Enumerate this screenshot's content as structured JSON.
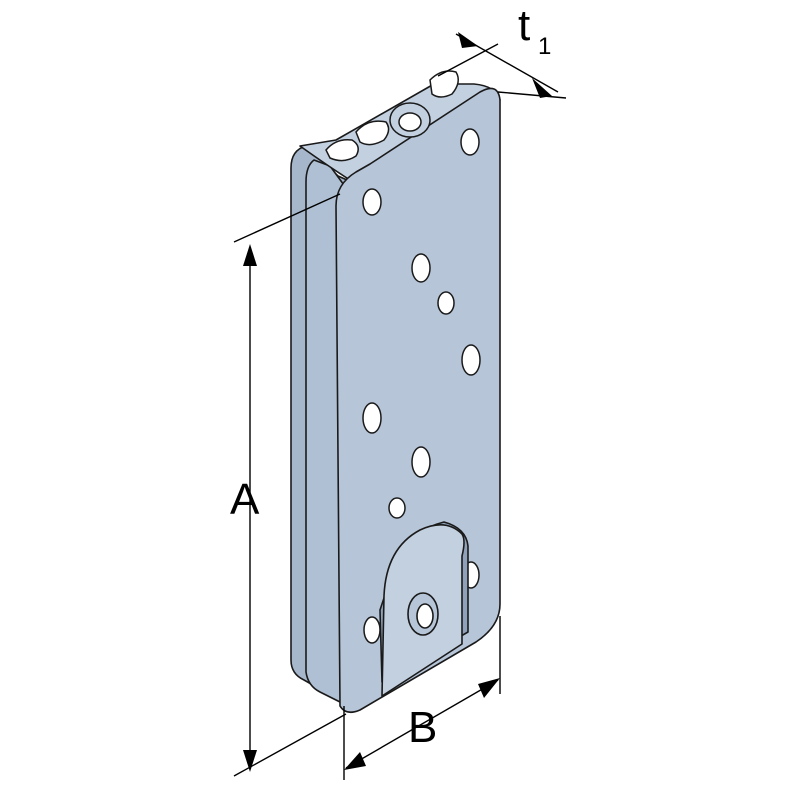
{
  "dimensions": {
    "height_label": "A",
    "width_label": "B",
    "thickness_label": "t",
    "thickness_subscript": "1"
  },
  "colors": {
    "plate_face": "#b6c5d8",
    "plate_side": "#a6b7cc",
    "plate_shadow": "#8fa2b9",
    "outline": "#1a1a1a",
    "hole": "#ffffff",
    "background": "#ffffff"
  }
}
